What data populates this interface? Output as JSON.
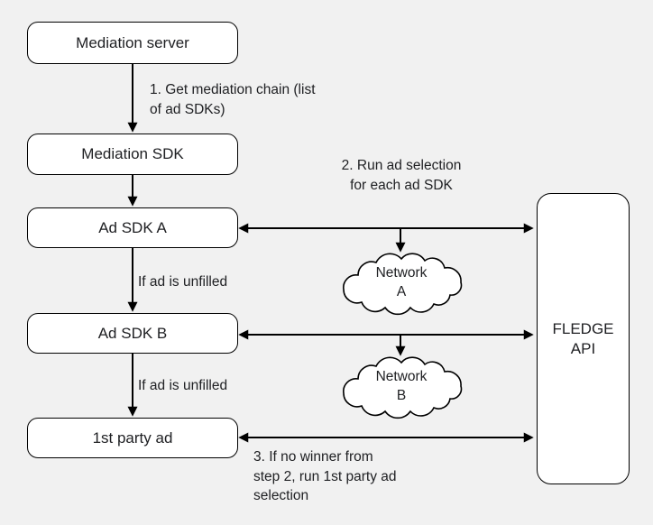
{
  "colors": {
    "background": "#f1f1f1",
    "node_fill": "#ffffff",
    "stroke": "#000000",
    "text": "#202124"
  },
  "nodes": {
    "mediation_server": {
      "label": "Mediation server"
    },
    "mediation_sdk": {
      "label": "Mediation SDK"
    },
    "ad_sdk_a": {
      "label": "Ad SDK A"
    },
    "ad_sdk_b": {
      "label": "Ad SDK B"
    },
    "first_party_ad": {
      "label": "1st party ad"
    },
    "fledge_api": {
      "label": "FLEDGE\nAPI"
    },
    "network_a": {
      "label": "Network\nA"
    },
    "network_b": {
      "label": "Network\nB"
    }
  },
  "annotations": {
    "step1": "1. Get mediation chain (list\nof ad SDKs)",
    "step2": "2. Run ad selection\nfor each ad SDK",
    "unfilled_a": "If ad is unfilled",
    "unfilled_b": "If ad is unfilled",
    "step3": "3. If no winner from\nstep 2, run 1st party ad\nselection"
  }
}
